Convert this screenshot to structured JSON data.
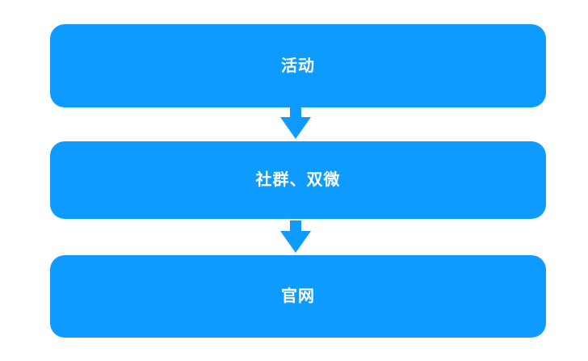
{
  "diagram": {
    "title": "",
    "type": "vertical-flow",
    "background_color": "#FFFFFF",
    "node_color": "#0D9BFF",
    "node_text_color": "#FFFFFF",
    "arrow_color": "#0D9BFF",
    "direction": "top-to-bottom",
    "nodes": [
      {
        "id": "node-1",
        "label": "活动",
        "order": 1
      },
      {
        "id": "node-2",
        "label": "社群、双微",
        "order": 2
      },
      {
        "id": "node-3",
        "label": "官网",
        "order": 3
      }
    ],
    "connectors": [
      {
        "id": "arrow-1",
        "icon": "arrow-down-icon",
        "from": "node-1",
        "to": "node-2"
      },
      {
        "id": "arrow-2",
        "icon": "arrow-down-icon",
        "from": "node-2",
        "to": "node-3"
      }
    ]
  }
}
